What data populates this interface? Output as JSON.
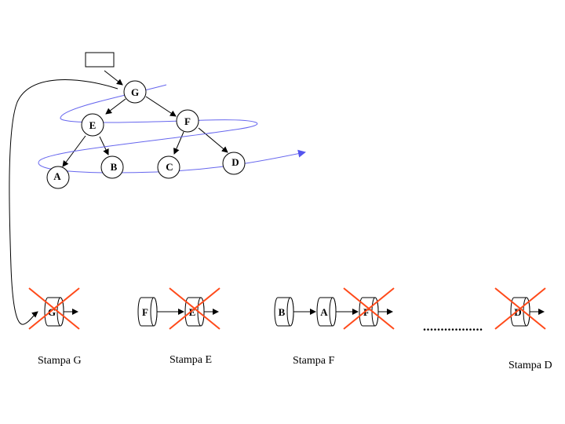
{
  "root_pointer": {
    "label": ""
  },
  "tree": {
    "nodes": [
      {
        "id": "G",
        "label": "G"
      },
      {
        "id": "E",
        "label": "E"
      },
      {
        "id": "F",
        "label": "F"
      },
      {
        "id": "A",
        "label": "A"
      },
      {
        "id": "B",
        "label": "B"
      },
      {
        "id": "C",
        "label": "C"
      },
      {
        "id": "D",
        "label": "D"
      }
    ],
    "edges": [
      [
        "G",
        "E"
      ],
      [
        "G",
        "F"
      ],
      [
        "E",
        "A"
      ],
      [
        "E",
        "B"
      ],
      [
        "F",
        "C"
      ],
      [
        "F",
        "D"
      ]
    ]
  },
  "queue_states": [
    {
      "caption": "Stampa G",
      "items": [
        {
          "label": "G",
          "removed": true
        }
      ]
    },
    {
      "caption": "Stampa E",
      "items": [
        {
          "label": "F",
          "removed": false
        },
        {
          "label": "E",
          "removed": true
        }
      ]
    },
    {
      "caption": "Stampa F",
      "items": [
        {
          "label": "B",
          "removed": false
        },
        {
          "label": "A",
          "removed": false
        },
        {
          "label": "F",
          "removed": true
        }
      ]
    },
    {
      "caption": "Stampa D",
      "items": [
        {
          "label": "D",
          "removed": true
        }
      ]
    }
  ],
  "ellipsis": ".................",
  "colors": {
    "cross": "#ff4a1a",
    "traversal": "#6666ee",
    "stroke": "#000000"
  }
}
